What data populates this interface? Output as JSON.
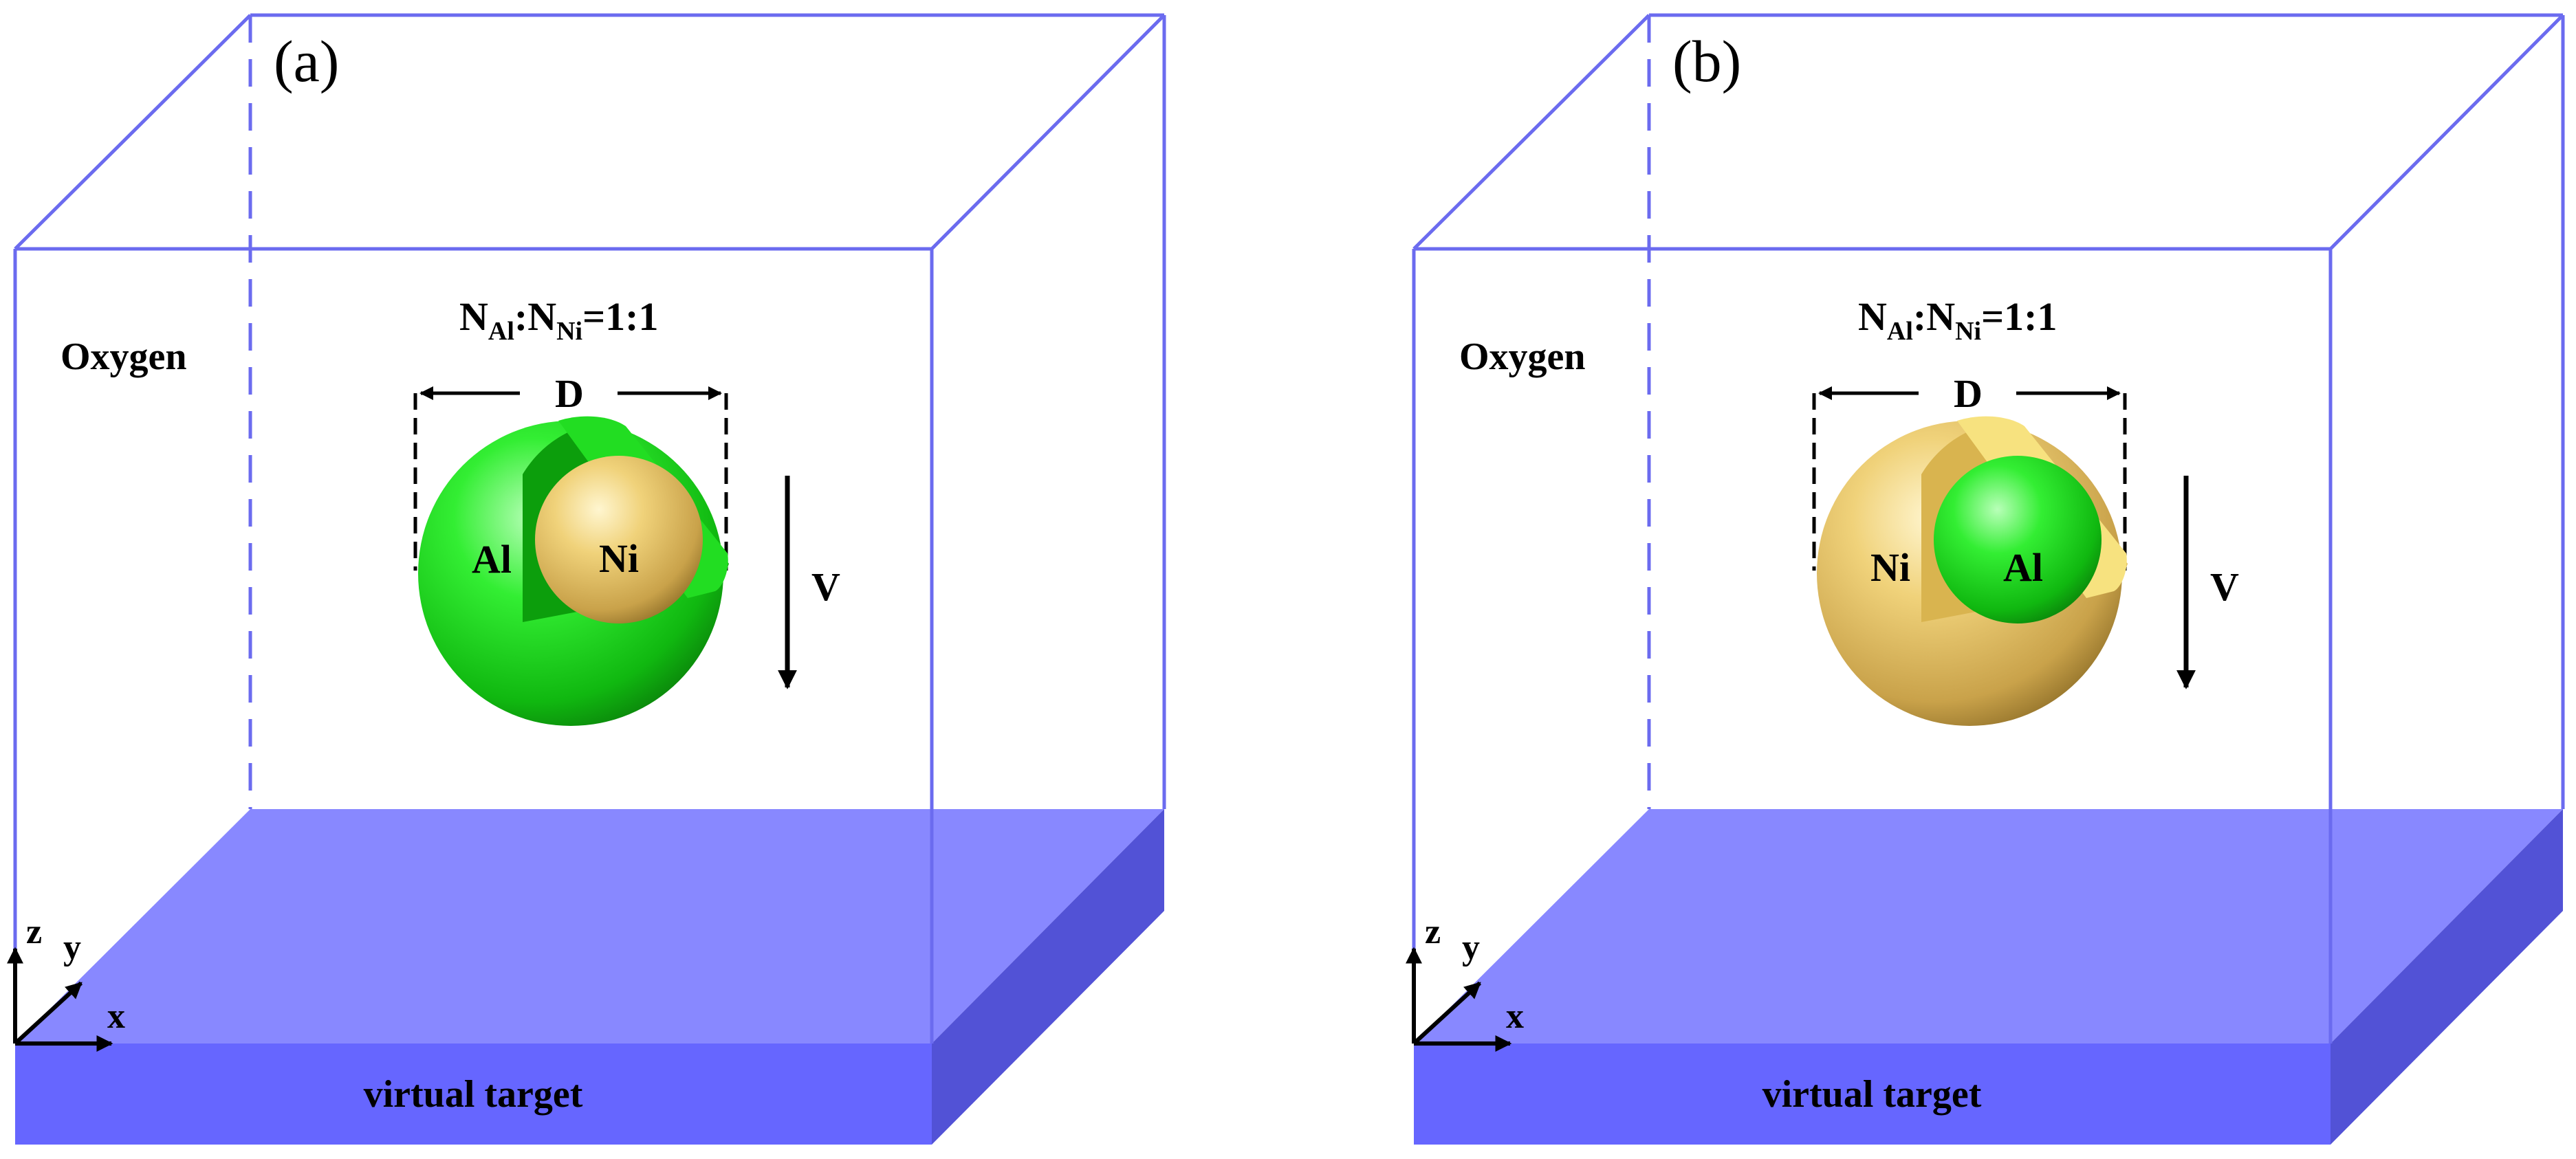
{
  "panels": [
    {
      "label": "(a)",
      "medium": "Oxygen",
      "ratio": {
        "n1": "N",
        "s1": "Al",
        "sep": ":",
        "n2": "N",
        "s2": "Ni",
        "value": "=1:1"
      },
      "diameter_label": "D",
      "outer_material": "Al",
      "inner_material": "Ni",
      "velocity_label": "V",
      "target_label": "virtual target",
      "axes": {
        "z": "z",
        "y": "y",
        "x": "x"
      },
      "colors": {
        "outer": "#19d919",
        "inner": "#e8c96a"
      }
    },
    {
      "label": "(b)",
      "medium": "Oxygen",
      "ratio": {
        "n1": "N",
        "s1": "Al",
        "sep": ":",
        "n2": "N",
        "s2": "Ni",
        "value": "=1:1"
      },
      "diameter_label": "D",
      "outer_material": "Ni",
      "inner_material": "Al",
      "velocity_label": "V",
      "target_label": "virtual target",
      "axes": {
        "z": "z",
        "y": "y",
        "x": "x"
      },
      "colors": {
        "outer": "#e8c96a",
        "inner": "#19d919"
      }
    }
  ],
  "colors": {
    "box_edge": "#6b6bef",
    "target_top": "#8888ff",
    "target_front": "#6666ff",
    "target_side": "#5252d6"
  }
}
